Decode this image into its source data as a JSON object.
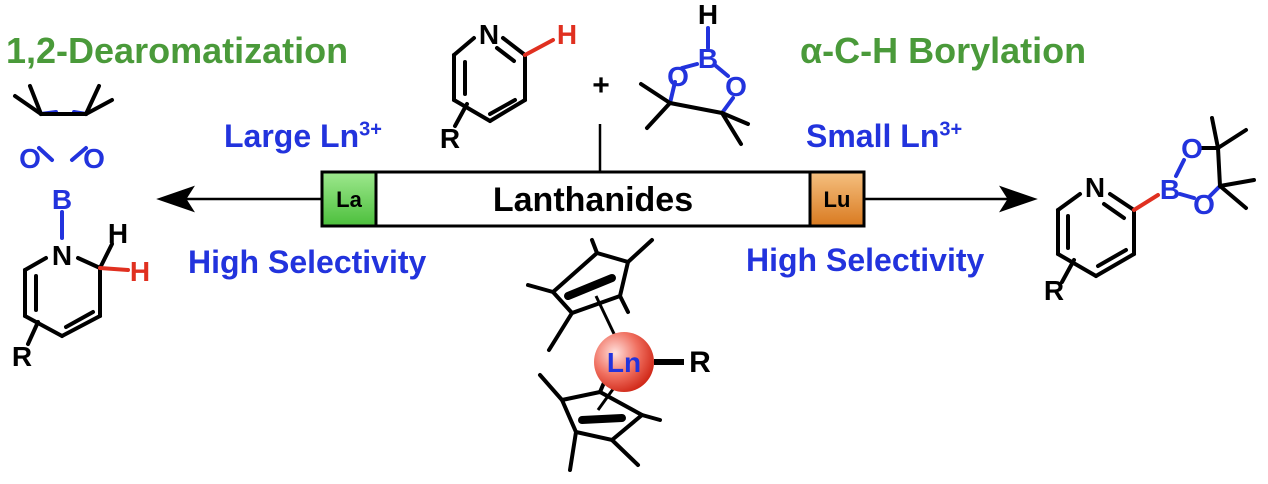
{
  "titles": {
    "left": "1,2-Dearomatization",
    "right": "α-C-H Borylation"
  },
  "left_arrow": {
    "size_label": "Large Ln",
    "size_sup": "3+",
    "selectivity": "High Selectivity"
  },
  "right_arrow": {
    "size_label": "Small Ln",
    "size_sup": "3+",
    "selectivity": "High Selectivity"
  },
  "series_bar": {
    "label": "Lanthanides",
    "start_element": "La",
    "end_element": "Lu"
  },
  "reagents": {
    "plus": "+",
    "pyridine": {
      "N": "N",
      "H": "H",
      "R": "R"
    },
    "hbpin": {
      "H": "H",
      "B": "B",
      "O1": "O",
      "O2": "O"
    }
  },
  "product_left": {
    "O1": "O",
    "O2": "O",
    "B": "B",
    "N": "N",
    "H1": "H",
    "H2": "H",
    "R": "R"
  },
  "product_right": {
    "N": "N",
    "B": "B",
    "O1": "O",
    "O2": "O",
    "R": "R"
  },
  "catalyst": {
    "metal": "Ln",
    "ligand": "R"
  },
  "colors": {
    "title_green": "#4a9a3a",
    "text_blue": "#2233dd",
    "highlight_red": "#e03020",
    "la_box": "#66cc55",
    "lu_box": "#e08a30"
  }
}
